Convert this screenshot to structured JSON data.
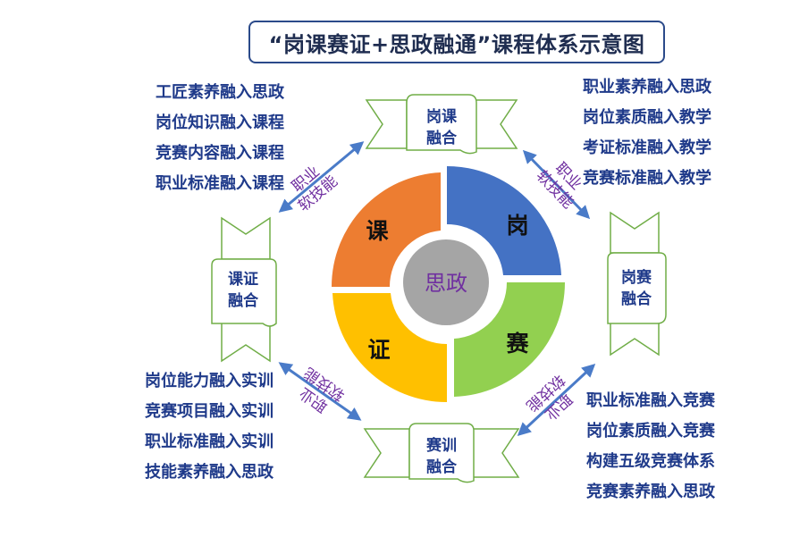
{
  "title": "“岗课赛证+思政融通”课程体系示意图",
  "center": "思政",
  "quadrants": {
    "top_left": "课",
    "top_right": "岗",
    "bottom_right": "赛",
    "bottom_left": "证"
  },
  "banners": {
    "top": [
      "岗课",
      "融合"
    ],
    "right": [
      "岗赛",
      "融合"
    ],
    "bottom": [
      "赛训",
      "融合"
    ],
    "left": [
      "课证",
      "融合"
    ]
  },
  "arrow_label": [
    "职业",
    "软技能"
  ],
  "lists": {
    "top_left": [
      "工匠素养融入思政",
      "岗位知识融入课程",
      "竞赛内容融入课程",
      "职业标准融入课程"
    ],
    "top_right": [
      "职业素养融入思政",
      "岗位素质融入教学",
      "考证标准融入教学",
      "竞赛标准融入教学"
    ],
    "bottom_left": [
      "岗位能力融入实训",
      "竞赛项目融入实训",
      "职业标准融入实训",
      "技能素养融入思政"
    ],
    "bottom_right": [
      "职业标准融入竞赛",
      "岗位素质融入竞赛",
      "构建五级竞赛体系",
      "竞赛素养融入思政"
    ]
  },
  "colors": {
    "top_left": "#ed7d31",
    "top_right": "#4472c4",
    "bottom_right": "#92d050",
    "bottom_left": "#ffc000",
    "center": "#a5a5a5",
    "center_text": "#7030a0",
    "arrow": "#4a7bc8",
    "arrow_text": "#7030a0",
    "banner_stroke": "#70ad47",
    "list_text": "#1f3a8a"
  }
}
